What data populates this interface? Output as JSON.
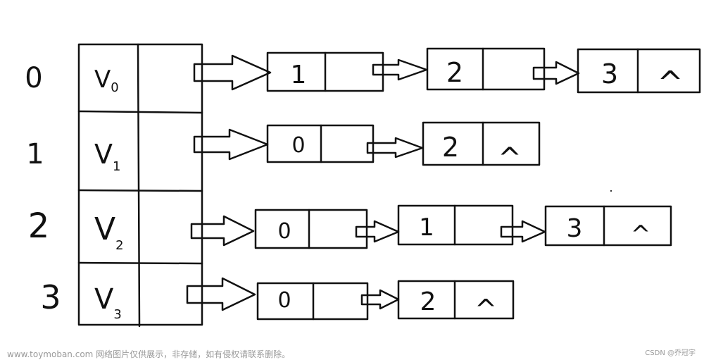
{
  "diagram": {
    "rows": [
      {
        "index": "0",
        "vertex": "V",
        "subscript": "0",
        "nodes": [
          {
            "value": "1",
            "null_ptr": false
          },
          {
            "value": "2",
            "null_ptr": false
          },
          {
            "value": "3",
            "null_ptr": true
          }
        ]
      },
      {
        "index": "1",
        "vertex": "V",
        "subscript": "1",
        "nodes": [
          {
            "value": "0",
            "null_ptr": false
          },
          {
            "value": "2",
            "null_ptr": true
          }
        ]
      },
      {
        "index": "2",
        "vertex": "V",
        "subscript": "2",
        "nodes": [
          {
            "value": "0",
            "null_ptr": false
          },
          {
            "value": "1",
            "null_ptr": false
          },
          {
            "value": "3",
            "null_ptr": true
          }
        ]
      },
      {
        "index": "3",
        "vertex": "V",
        "subscript": "3",
        "nodes": [
          {
            "value": "0",
            "null_ptr": false
          },
          {
            "value": "2",
            "null_ptr": true
          }
        ]
      }
    ],
    "null_symbol": "^"
  },
  "watermark": "www.toymoban.com 网络图片仅供展示，非存储，如有侵权请联系删除。",
  "credit": "CSDN @乔冠宇"
}
